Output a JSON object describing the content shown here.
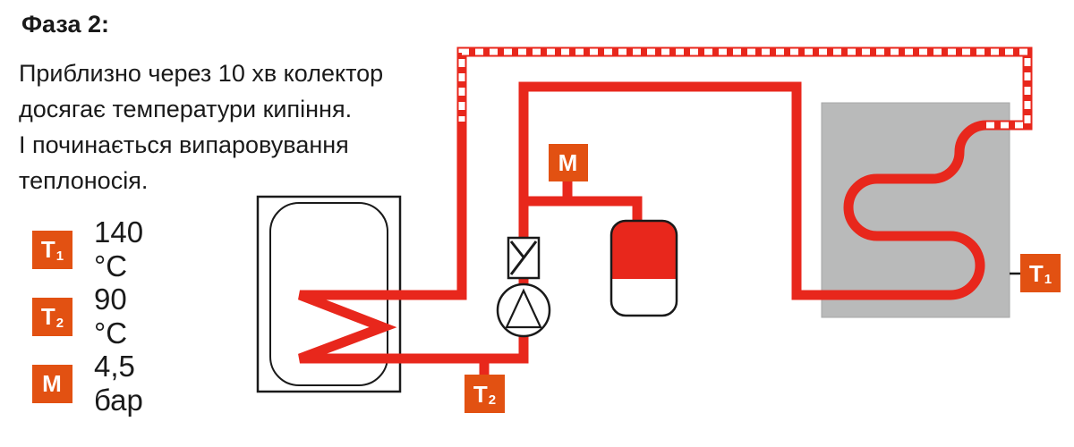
{
  "title": "Фаза 2:",
  "description_lines": [
    "Приблизно через 10 хв колектор",
    "досягає температури кипіння.",
    "І починається випаровування",
    "теплоносія."
  ],
  "legend": [
    {
      "badge": "T",
      "sub": "1",
      "value": "140 °C"
    },
    {
      "badge": "T",
      "sub": "2",
      "value": "90 °C"
    },
    {
      "badge": "M",
      "sub": "",
      "value": "4,5 бар"
    }
  ],
  "sensors": {
    "m": {
      "badge": "M",
      "sub": ""
    },
    "t2": {
      "badge": "T",
      "sub": "2"
    },
    "t1": {
      "badge": "T",
      "sub": "1"
    }
  },
  "colors": {
    "pipe_red": "#e8271c",
    "badge_orange": "#e25112",
    "collector_gray": "#b9baba",
    "text": "#1a1a1a"
  },
  "components": {
    "storage_tank": "storage-tank",
    "heat_exchanger_coil": "heat-exchanger-coil",
    "pump": "circulation-pump",
    "check_valve": "check-valve",
    "expansion_vessel": "expansion-vessel",
    "solar_collector": "solar-collector",
    "steam_pipe": "steam-pipe-dashed",
    "flow_pipe": "flow-pipe"
  }
}
